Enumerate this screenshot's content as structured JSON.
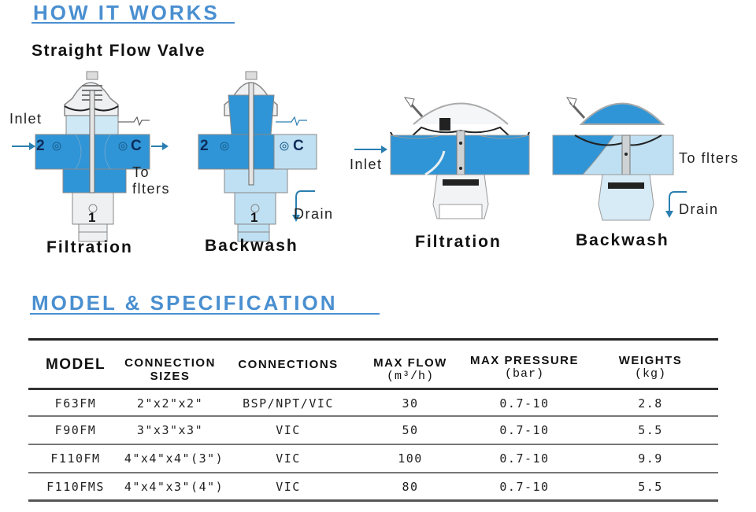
{
  "how_it_works": {
    "title": "HOW IT WORKS",
    "subtitle": "Straight Flow Valve",
    "diagrams": [
      {
        "caption": "Filtration",
        "labels": {
          "inlet": "Inlet",
          "to_filters": "To flters",
          "port_2": "2",
          "port_c": "C",
          "port_1": "1"
        }
      },
      {
        "caption": "Backwash",
        "labels": {
          "drain": "Drain",
          "port_2": "2",
          "port_c": "C",
          "port_1": "1"
        }
      },
      {
        "caption": "Filtration",
        "labels": {
          "inlet": "Inlet"
        }
      },
      {
        "caption": "Backwash",
        "labels": {
          "to_filters": "To flters",
          "drain": "Drain"
        }
      }
    ]
  },
  "spec": {
    "title": "MODEL & SPECIFICATION",
    "headers": [
      {
        "main": "MODEL",
        "sub": ""
      },
      {
        "main": "CONNECTION",
        "sub": "SIZES"
      },
      {
        "main": "CONNECTIONS",
        "sub": ""
      },
      {
        "main": "MAX FLOW",
        "sub": "(m³/h)"
      },
      {
        "main": "MAX PRESSURE",
        "sub": "(bar)"
      },
      {
        "main": "WEIGHTS",
        "sub": "(kg)"
      }
    ],
    "rows": [
      {
        "model": "F63FM",
        "sizes": "2\"x2\"x2\"",
        "connections": "BSP/NPT/VIC",
        "max_flow": "30",
        "max_pressure": "0.7-10",
        "weight": "2.8"
      },
      {
        "model": "F90FM",
        "sizes": "3\"x3\"x3\"",
        "connections": "VIC",
        "max_flow": "50",
        "max_pressure": "0.7-10",
        "weight": "5.5"
      },
      {
        "model": "F110FM",
        "sizes": "4\"x4\"x4\"(3\")",
        "connections": "VIC",
        "max_flow": "100",
        "max_pressure": "0.7-10",
        "weight": "9.9"
      },
      {
        "model": "F110FMS",
        "sizes": "4\"x4\"x3\"(4\")",
        "connections": "VIC",
        "max_flow": "80",
        "max_pressure": "0.7-10",
        "weight": "5.5"
      }
    ]
  },
  "colors": {
    "accent": "#4a8fd0",
    "water_dark": "#2f95d6",
    "water_light": "#bfe0f2",
    "body_gray": "#e9ecee"
  }
}
